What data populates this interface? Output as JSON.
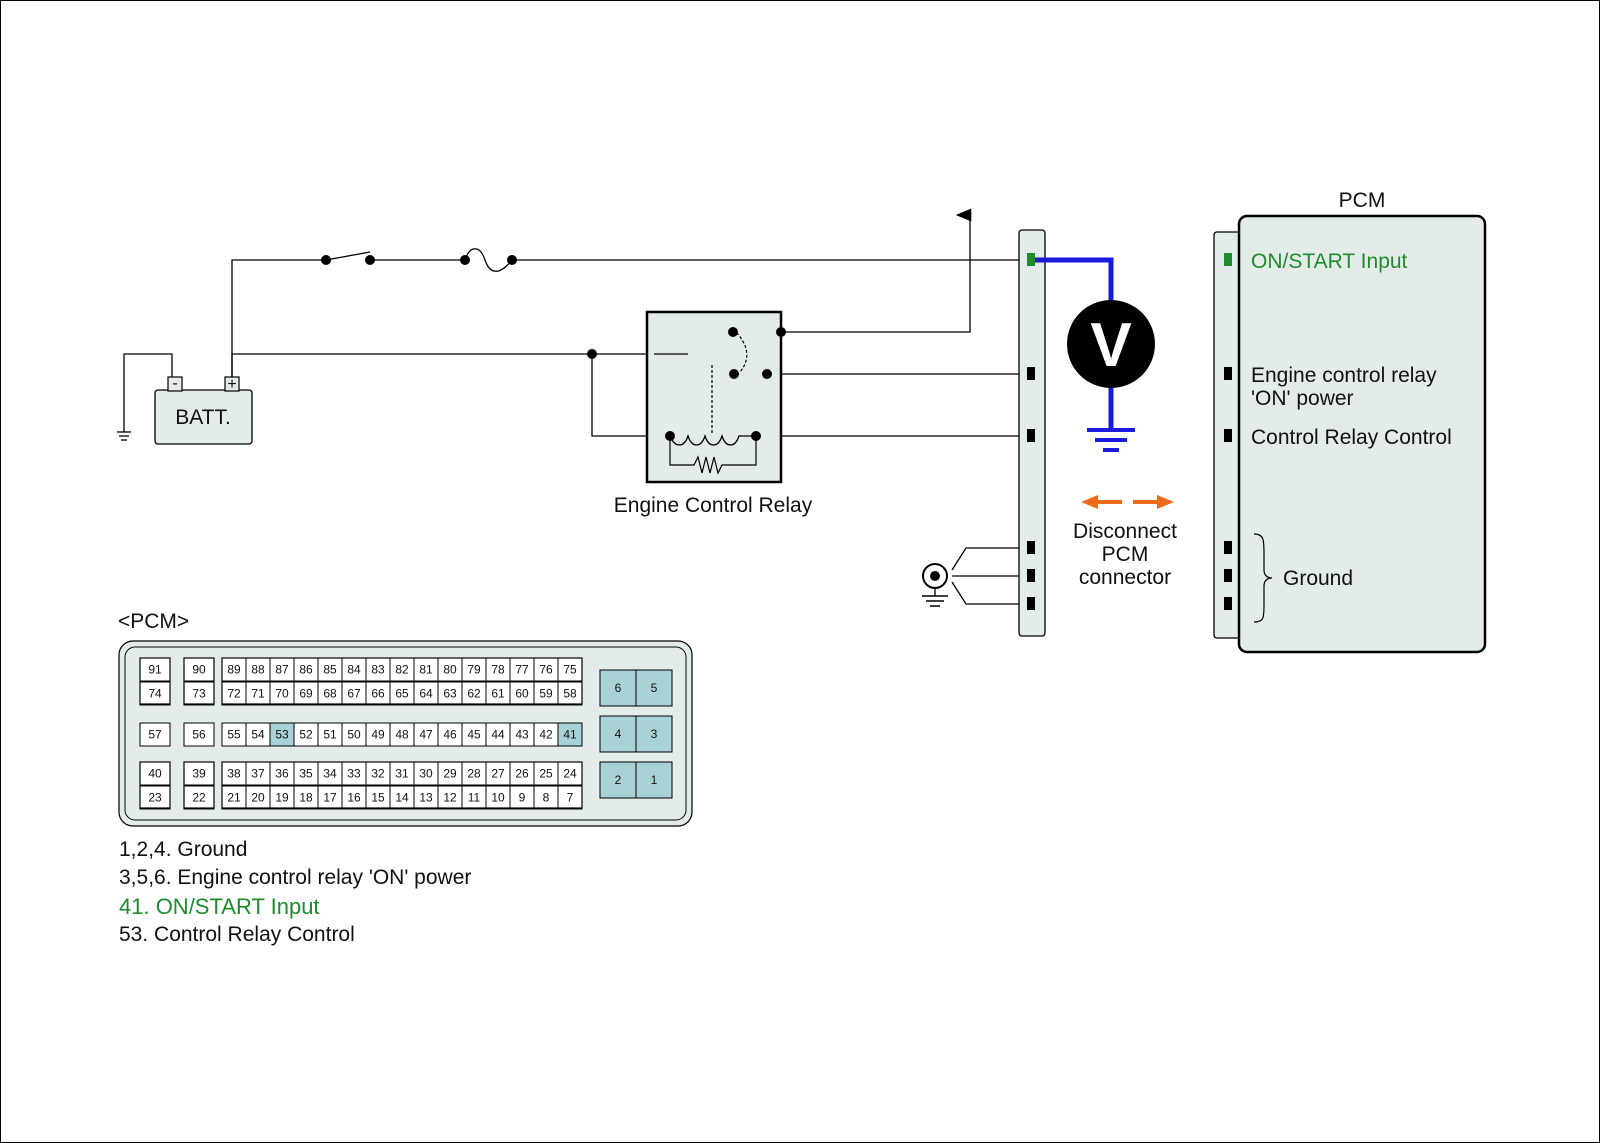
{
  "colors": {
    "highlight_green": "#1f8a2e",
    "measure_blue": "#1a1adc",
    "arrow_orange": "#f06a1e",
    "box_fill": "#e4ecea",
    "pin_highlight": "#a9d2d7"
  },
  "battery": {
    "label": "BATT.",
    "neg": "-",
    "pos": "+"
  },
  "relay": {
    "label": "Engine Control Relay"
  },
  "voltmeter": {
    "symbol": "V"
  },
  "disconnect": {
    "line1": "Disconnect",
    "line2": "PCM",
    "line3": "connector"
  },
  "pcm_module": {
    "title": "PCM",
    "labels": {
      "on_start": "ON/START Input",
      "relay_power_1": "Engine control relay",
      "relay_power_2": "'ON' power",
      "relay_control": "Control Relay Control",
      "ground": "Ground"
    }
  },
  "connector": {
    "title": "<PCM>",
    "rows": {
      "r1": [
        "91",
        "90",
        "89",
        "88",
        "87",
        "86",
        "85",
        "84",
        "83",
        "82",
        "81",
        "80",
        "79",
        "78",
        "77",
        "76",
        "75"
      ],
      "r2": [
        "74",
        "73",
        "72",
        "71",
        "70",
        "69",
        "68",
        "67",
        "66",
        "65",
        "64",
        "63",
        "62",
        "61",
        "60",
        "59",
        "58"
      ],
      "r3": [
        "57",
        "56",
        "55",
        "54",
        "53",
        "52",
        "51",
        "50",
        "49",
        "48",
        "47",
        "46",
        "45",
        "44",
        "43",
        "42",
        "41"
      ],
      "r4": [
        "40",
        "39",
        "38",
        "37",
        "36",
        "35",
        "34",
        "33",
        "32",
        "31",
        "30",
        "29",
        "28",
        "27",
        "26",
        "25",
        "24"
      ],
      "r5": [
        "23",
        "22",
        "21",
        "20",
        "19",
        "18",
        "17",
        "16",
        "15",
        "14",
        "13",
        "12",
        "11",
        "10",
        "9",
        "8",
        "7"
      ]
    },
    "power_pins": [
      "6",
      "5",
      "4",
      "3",
      "2",
      "1"
    ],
    "highlighted": [
      "53",
      "41",
      "6",
      "5",
      "4",
      "3",
      "2",
      "1"
    ]
  },
  "legend": [
    "1,2,4. Ground",
    "3,5,6. Engine control relay 'ON' power",
    "41. ON/START Input",
    "53. Control Relay Control"
  ]
}
